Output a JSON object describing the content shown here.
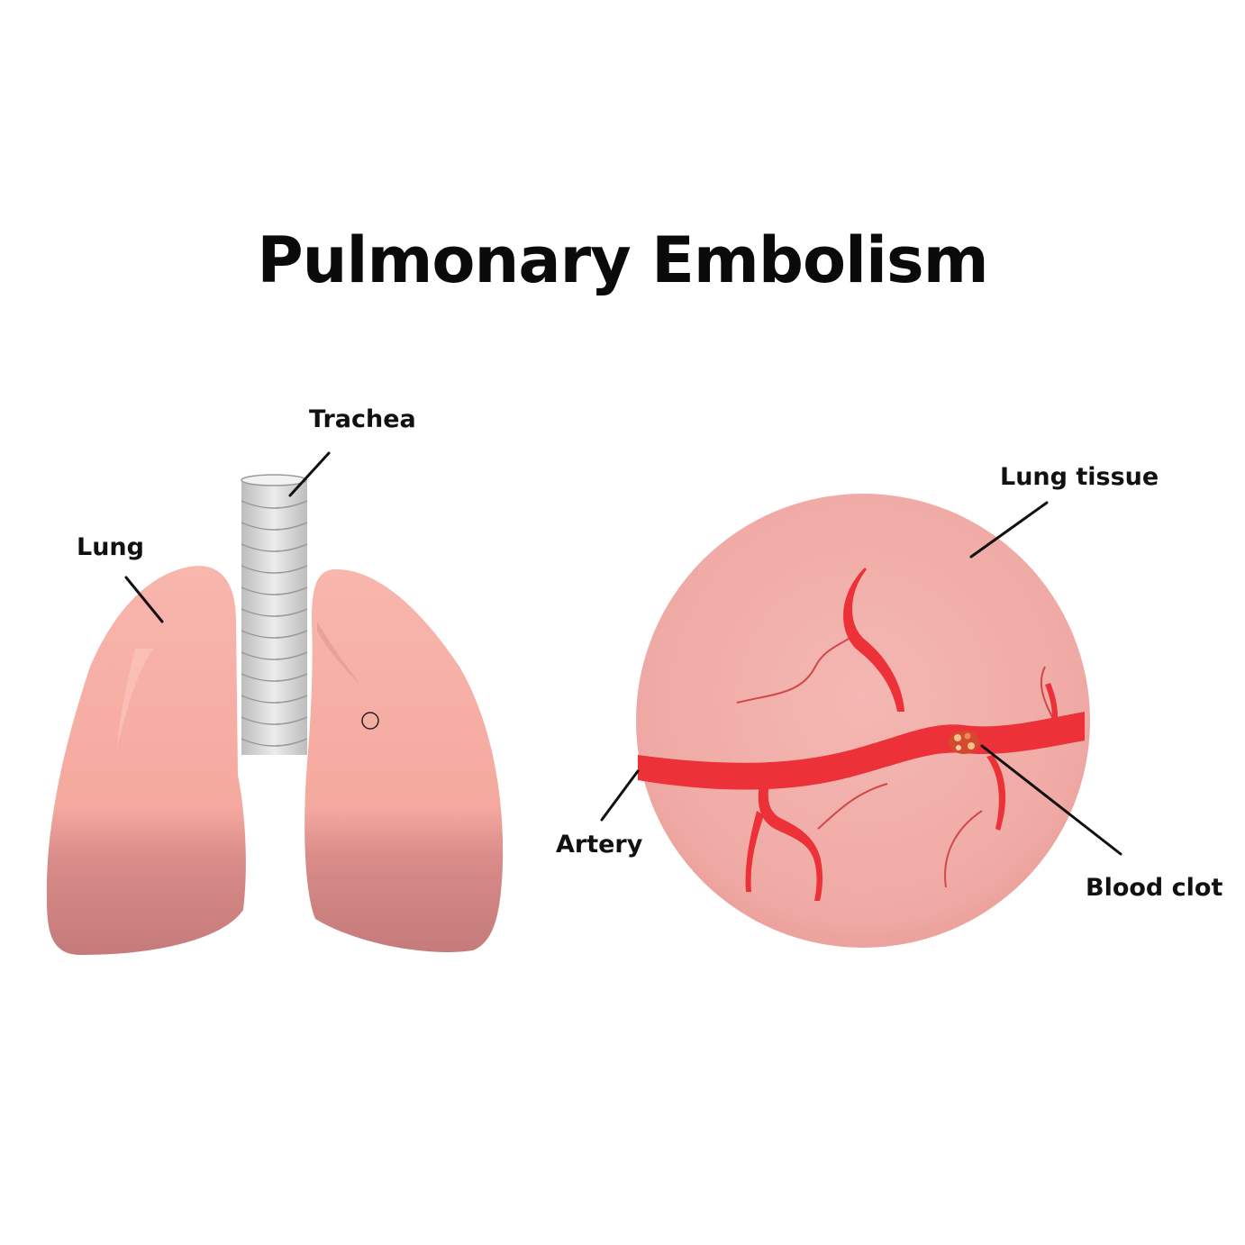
{
  "title": "Pulmonary Embolism",
  "labels": {
    "trachea": "Trachea",
    "lung": "Lung",
    "lung_tissue": "Lung tissue",
    "artery": "Artery",
    "blood_clot": "Blood clot"
  },
  "colors": {
    "lung": "#f6aaa0",
    "lung_shadow": "#c97e7c",
    "trachea": "#d9d9d9",
    "tissue": "#f2b0ab",
    "artery": "#ec3238",
    "text": "#111111"
  }
}
